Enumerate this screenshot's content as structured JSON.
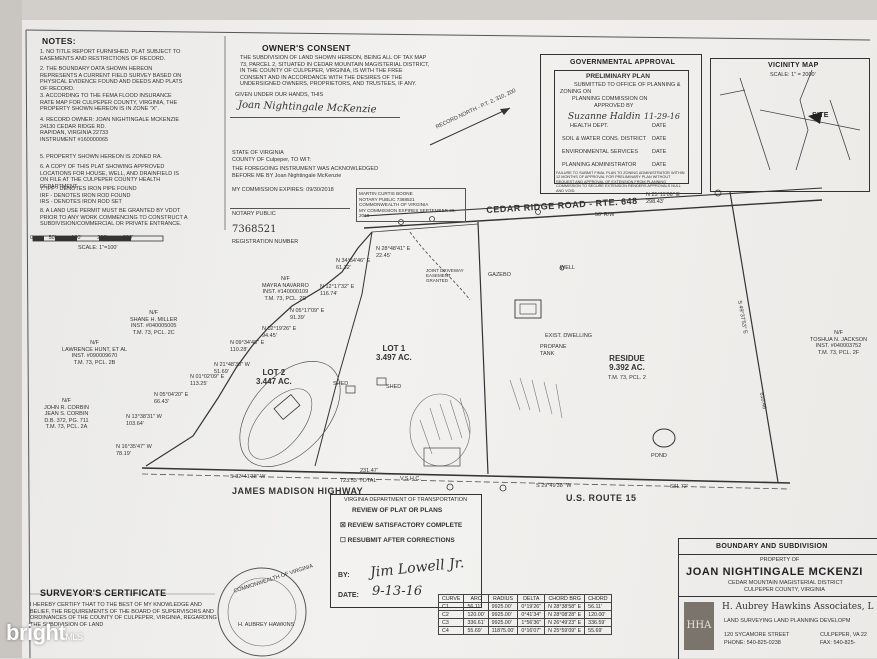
{
  "notes": {
    "title": "NOTES:",
    "items": [
      "1. NO TITLE REPORT FURNISHED. PLAT SUBJECT TO EASEMENTS AND RESTRICTIONS OF RECORD.",
      "2. THE BOUNDARY DATA SHOWN HEREON REPRESENTS A CURRENT FIELD SURVEY BASED ON PHYSICAL EVIDENCE FOUND AND DEEDS AND PLATS OF RECORD.",
      "3. ACCORDING TO THE FEMA FLOOD INSURANCE RATE MAP FOR CULPEPER COUNTY, VIRGINIA, THE PROPERTY SHOWN HEREON IS IN ZONE \"X\".",
      "4. RECORD OWNER:   JOAN NIGHTINGALE MCKENZIE\n24130 CEDAR RIDGE RD.\nRAPIDAN, VIRGINIA 22733\nINSTRUMENT #160000065",
      "5. PROPERTY SHOWN HEREON IS ZONED RA.",
      "6. A COPY OF THIS PLAT SHOWING APPROVED LOCATIONS FOR HOUSE, WELL, AND DRAINFIELD IS ON FILE AT THE CULPEPER COUNTY HEALTH DEPARTMENT.",
      "7. IPF - DENOTES IRON PIPE FOUND\n    IRF - DENOTES IRON ROD FOUND\n    IRS - DENOTES IRON ROD SET",
      "8. A LAND USE PERMIT MUST BE GRANTED BY VDOT PRIOR TO ANY WORK COMMENCING TO CONSTRUCT A SUBDIVISION/COMMERCIAL OR PRIVATE ENTRANCE."
    ]
  },
  "owners_consent": {
    "title": "OWNER'S CONSENT",
    "text": "THE SUBDIVISION OF LAND SHOWN HEREON, BEING ALL OF TAX MAP 73, PARCEL 2, SITUATED IN CEDAR MOUNTAIN MAGISTERIAL DISTRICT, IN THE COUNTY OF CULPEPER, VIRGINIA, IS WITH THE FREE CONSENT AND IN ACCORDANCE WITH THE DESIRES OF THE UNDERSIGNED OWNERS, PROPRIETORS, AND TRUSTEES, IF ANY.",
    "given": "GIVEN UNDER OUR HANDS, THIS",
    "signature": "Joan Nightingale McKenzie",
    "state": "STATE OF VIRGINIA\nCOUNTY OF Culpeper, TO WIT:",
    "notary_text": "THE FOREGOING INSTRUMENT WAS ACKNOWLEDGED BEFORE ME BY Joan Nightingale McKenzie",
    "commission": "MY COMMISSION EXPIRES: 09/30/2018",
    "notary_label": "NOTARY PUBLIC",
    "registration_number": "7368521",
    "registration_label": "REGISTRATION NUMBER",
    "seal": "MARTIN CURTIS BOONE\nNOTARY PUBLIC 7368521\nCOMMONWEALTH OF VIRGINIA\nMY COMMISSION EXPIRES SEPTEMBER 30, 2018"
  },
  "scale": {
    "ticks": [
      "0",
      "50'",
      "100'",
      "200'",
      "300'"
    ],
    "label": "SCALE: 1\"=100'"
  },
  "governmental_approval": {
    "title": "GOVERNMENTAL APPROVAL",
    "plan": "PRELIMINARY PLAN",
    "lines": [
      "SUBMITTED TO OFFICE OF PLANNING &",
      "ZONING ON",
      "PLANNING COMMISSION ON"
    ],
    "approved": "APPROVED BY",
    "fields": [
      "HEALTH DEPT.",
      "DATE",
      "SOIL & WATER CONS. DISTRICT",
      "DATE",
      "ENVIRONMENTAL SERVICES",
      "DATE",
      "PLANNING ADMINISTRATOR",
      "DATE"
    ],
    "warning": "FAILURE TO SUBMIT FINAL PLAN TO ZONING ADMINISTRATOR WITHIN 12 MONTHS OF APPROVAL FOR PRELIMINARY PLAN WITHOUT REQUEST AND APPROVAL OF EXTENSION FROM PLANNING COMMISSION TO SECURE EXTENSION RENDERS APPROVALS NULL AND VOID."
  },
  "vicinity_map": {
    "title": "VICINITY MAP",
    "scale": "SCALE: 1\" = 2000'",
    "site": "SITE"
  },
  "roads": {
    "cedar_ridge": "CEDAR RIDGE ROAD - RTE. 648",
    "cedar_ridge_row": "50' R/W",
    "james_madison": "JAMES MADISON HIGHWAY",
    "us_route": "U.S. ROUTE 15",
    "record_north": "RECORD NORTH - P.T. 2, 310, 200"
  },
  "lots": [
    {
      "name": "LOT 1",
      "area": "3.497 AC."
    },
    {
      "name": "LOT 2",
      "area": "3.447 AC."
    },
    {
      "name": "RESIDUE",
      "area": "9.392 AC.",
      "tm": "T.M. 73, PCL. 2"
    }
  ],
  "adjoiners": [
    "N/F\nMAYRA NAVARRO\nINST. #140000109\nT.M. 73, PCL. 2D",
    "N/F\nSHANE H. MILLER\nINST. #040005005\nT.M. 73, PCL. 2C",
    "N/F\nLAWRENCE HUNT, ET AL\nINST. #090009670\nT.M. 73, PCL. 2B",
    "N/F\nJOHN R. CORBIN\nJEAN S. CORBIN\nD.B. 372, PG. 711\nT.M. 73, PCL. 2A",
    "N/F\nTOSHUA N. JACKSON\nINST. #040003752\nT.M. 73, PCL. 2F"
  ],
  "bearings": [
    "N 28°48'41\" E\n22.45'",
    "N 34°54'46\" E\n61.32'",
    "N 12°17'32\" E\n116.74'",
    "N 05°17'09\" E\n91.39'",
    "N 02°19'26\" E\n94.45'",
    "N 09°34'48\" E\n110.28'",
    "N 21°48'30\" W\n51.69'",
    "N 01°02'09\" E\n113.25'",
    "N 05°04'20\" E\n66.43'",
    "N 13°38'31\" W\n103.64'",
    "N 16°35'47\" W\n78.19'",
    "S 32°41'38\" W",
    "723.53' TOTAL",
    "231.47'",
    "S 29°49'38\" W",
    "631.72'",
    "N 25°11'06\" E\n298.43'",
    "S 49°37'53\" E",
    "610.46'"
  ],
  "features": [
    "POND",
    "EXIST. DWELLING",
    "WELL",
    "SHED",
    "SHED",
    "GAZEBO",
    "PROPANE TANK",
    "JOINT DRIVEWAY EASEMENT GRANTED",
    "V.S.H.C."
  ],
  "vdot_stamp": {
    "title": "VIRGINIA DEPARTMENT OF TRANSPORTATION",
    "subtitle": "REVIEW OF PLAT OR PLANS",
    "option1": "REVIEW SATISFACTORY COMPLETE",
    "option2": "RESUBMIT AFTER CORRECTIONS",
    "by": "BY:",
    "date": "DATE:",
    "date_value": "9-13-16"
  },
  "surveyor": {
    "title": "SURVEYOR'S CERTIFICATE",
    "text": "I HEREBY CERTIFY THAT TO THE BEST OF MY KNOWLEDGE AND BELIEF, THE REQUIREMENTS OF THE BOARD OF SUPERVISORS AND ORDINANCES OF THE COUNTY OF CULPEPER, VIRGINIA, REGARDING THE SUBDIVISION OF LAND",
    "seal_name": "H. AUBREY HAWKINS",
    "seal_state": "COMMONWEALTH OF VIRGINIA"
  },
  "curve_table": {
    "headers": [
      "CURVE",
      "ARC",
      "RADIUS",
      "DELTA",
      "CHORD BRG",
      "CHORD"
    ],
    "rows": [
      [
        "C1",
        "56.11'",
        "9925.00'",
        "0°19'26\"",
        "N 28°38'58\" E",
        "56.11'"
      ],
      [
        "C2",
        "120.00'",
        "9925.00'",
        "0°41'34\"",
        "N 28°08'28\" E",
        "120.00'"
      ],
      [
        "C3",
        "336.61'",
        "9925.00'",
        "1°56'36\"",
        "N 26°49'23\" E",
        "336.59'"
      ],
      [
        "C4",
        "55.69'",
        "11875.00'",
        "0°16'07\"",
        "N 25°59'09\" E",
        "55.69'"
      ]
    ]
  },
  "title_block": {
    "heading": "BOUNDARY AND SUBDIVISION",
    "property_of": "PROPERTY OF",
    "owner": "JOAN NIGHTINGALE MCKENZI",
    "district": "CEDAR MOUNTAIN MAGISTERIAL DISTRICT",
    "county": "CULPEPER COUNTY, VIRGINIA",
    "firm": "H. Aubrey Hawkins Associates, L",
    "services": "LAND SURVEYING   LAND PLANNING   DEVELOPM",
    "address": "120 SYCAMORE STREET",
    "city": "CULPEPER, VA 22",
    "phone": "PHONE: 540-825-0238",
    "fax": "FAX: 540-825-",
    "logo": "HHA"
  },
  "watermark": {
    "brand": "bright",
    "suffix": "MLS"
  }
}
